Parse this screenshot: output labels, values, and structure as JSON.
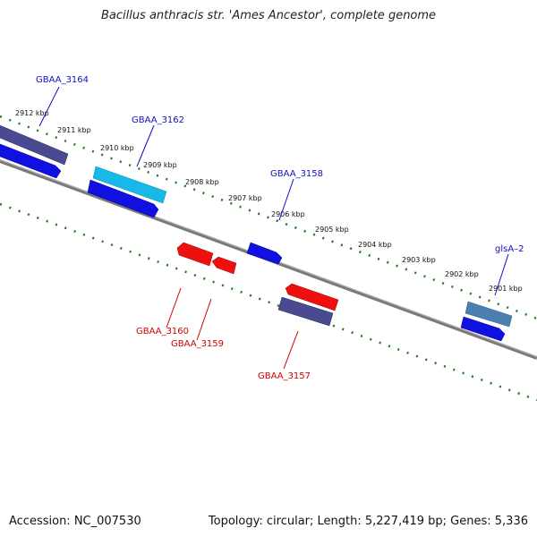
{
  "title": "Bacillus anthracis str. 'Ames Ancestor', complete genome",
  "footer": {
    "accession": "Accession: NC_007530",
    "summary": "Topology: circular; Length: 5,227,419 bp; Genes: 5,336"
  },
  "colors": {
    "backbone": "#7a7a7a",
    "ruler": "#1e7a1e",
    "forward_label": "#1010c0",
    "reverse_label": "#d00000",
    "gene_blue": "#1010e0",
    "gene_dark": "#4a4a90",
    "gene_cyan": "#18b8e8",
    "gene_steel": "#4a7fb0",
    "gene_red": "#ee1010"
  },
  "kbp_labels": [
    "2912 kbp",
    "2911 kbp",
    "2910 kbp",
    "2909 kbp",
    "2908 kbp",
    "2907 kbp",
    "2906 kbp",
    "2905 kbp",
    "2904 kbp",
    "2903 kbp",
    "2902 kbp",
    "2901 kbp"
  ],
  "gene_labels": {
    "g3164": "GBAA_3164",
    "g3162": "GBAA_3162",
    "g3158": "GBAA_3158",
    "glsA2": "glsA–2",
    "g3160": "GBAA_3160",
    "g3159": "GBAA_3159",
    "g3157": "GBAA_3157"
  }
}
